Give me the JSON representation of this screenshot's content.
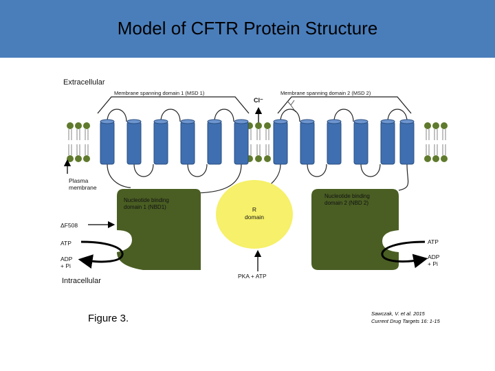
{
  "slide": {
    "title": "Model of CFTR Protein Structure"
  },
  "figure": {
    "extracellular": "Extracellular",
    "intracellular": "Intracellular",
    "msd1": "Membrane spanning domain 1 (MSD 1)",
    "msd2": "Membrane spanning domain 2 (MSD 2)",
    "chloride": "Cl⁻",
    "plasma_line1": "Plasma",
    "plasma_line2": "membrane",
    "nbd1_line1": "Nucleotide binding",
    "nbd1_line2": "domain 1 (NBD1)",
    "nbd2_line1": "Nucleotide binding",
    "nbd2_line2": "domain 2 (NBD 2)",
    "r_line1": "R",
    "r_line2": "domain",
    "df508": "ΔF508",
    "atp_left": "ATP",
    "adp_left_line1": "ADP",
    "adp_left_line2": "+ Pi",
    "atp_right": "ATP",
    "adp_right_line1": "ADP",
    "adp_right_line2": "+ Pi",
    "pka": "PKA + ATP"
  },
  "caption": "Figure 3.",
  "citation": {
    "line1": "Sawczak, V. et al. 2015",
    "line2": "Current Drug Targets 16: 1-15"
  },
  "colors": {
    "title_bar": "#4a7ebb",
    "helix": "#3f6fb0",
    "nbd": "#4a5e23",
    "r_domain": "#f6f06a",
    "lipid_head": "#5f7a2c"
  }
}
